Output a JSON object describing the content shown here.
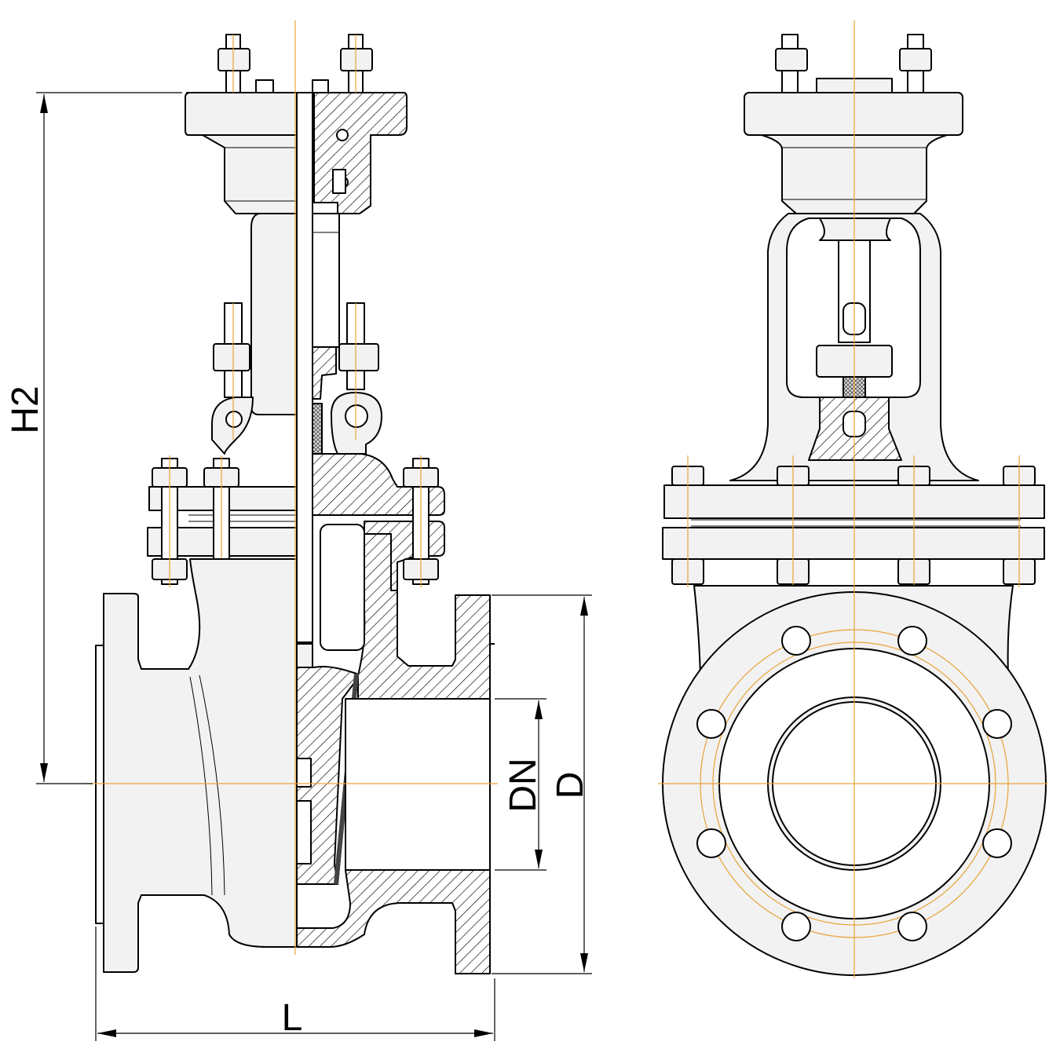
{
  "figure": {
    "labels": {
      "height": "H2",
      "length": "L",
      "nominal_diameter": "DN",
      "flange_diameter": "D"
    },
    "colors": {
      "line": "#000000",
      "body": "#f2f2f2",
      "axis": "#e8a33a"
    }
  }
}
